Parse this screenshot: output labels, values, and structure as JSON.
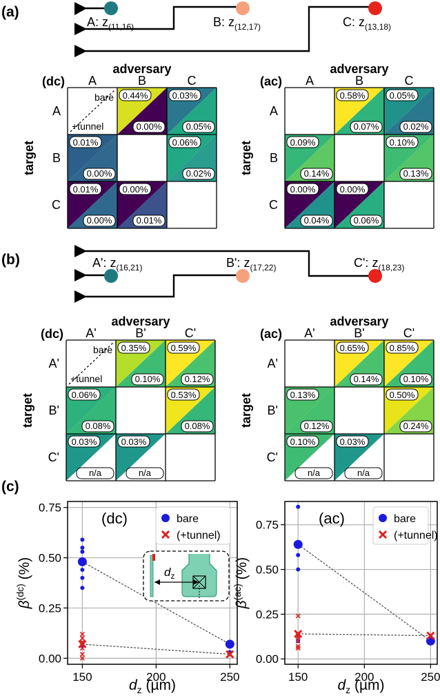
{
  "panel_labels": {
    "a": "(a)",
    "b": "(b)",
    "c": "(c)"
  },
  "colors": {
    "node_A": "#1f7a80",
    "node_B": "#f5a27c",
    "node_C": "#e8231c",
    "bare_series": "#1a1adf",
    "tunnel_series": "#e02020",
    "trendline": "#555555",
    "inset_fill": "#7fd1b3"
  },
  "circuits": [
    {
      "id": "a",
      "nodes": [
        {
          "label_main": "A: z",
          "label_sub": "(11,16)"
        },
        {
          "label_main": "B: z",
          "label_sub": "(12,17)"
        },
        {
          "label_main": "C: z",
          "label_sub": "(13,18)"
        }
      ]
    },
    {
      "id": "b",
      "nodes": [
        {
          "label_main": "A': z",
          "label_sub": "(16,21)"
        },
        {
          "label_main": "B': z",
          "label_sub": "(17,22)"
        },
        {
          "label_main": "C': z",
          "label_sub": "(18,23)"
        }
      ]
    }
  ],
  "matrices": [
    {
      "tag": "(dc)",
      "adversary_title": "adversary",
      "target_title": "target",
      "cols": [
        "A",
        "B",
        "C"
      ],
      "rows": [
        "A",
        "B",
        "C"
      ],
      "legend_bare": "bare",
      "legend_tunnel": "+tunnel",
      "cells": [
        [
          null,
          {
            "bare": "0.44%",
            "tunnel": "0.00%",
            "c1": "#d9e021",
            "c2": "#440154"
          },
          {
            "bare": "0.03%",
            "tunnel": "0.05%",
            "c1": "#2a788e",
            "c2": "#22a884"
          }
        ],
        [
          {
            "bare": "0.01%",
            "tunnel": "0.00%",
            "c1": "#2c5f8a",
            "c2": "#31688e"
          },
          null,
          {
            "bare": "0.06%",
            "tunnel": "0.02%",
            "c1": "#22a884",
            "c2": "#2a9d8f"
          }
        ],
        [
          {
            "bare": "0.01%",
            "tunnel": "0.00%",
            "c1": "#440154",
            "c2": "#31688e"
          },
          {
            "bare": "0.00%",
            "tunnel": "0.01%",
            "c1": "#440154",
            "c2": "#3b528b"
          },
          null
        ]
      ]
    },
    {
      "tag": "(ac)",
      "adversary_title": "adversary",
      "target_title": "target",
      "cols": [
        "A",
        "B",
        "C"
      ],
      "rows": [
        "A",
        "B",
        "C"
      ],
      "legend_bare": "",
      "legend_tunnel": "",
      "cells": [
        [
          null,
          {
            "bare": "0.58%",
            "tunnel": "0.07%",
            "c1": "#fde725",
            "c2": "#2fb47c"
          },
          {
            "bare": "0.05%",
            "tunnel": "0.02%",
            "c1": "#21918c",
            "c2": "#2a788e"
          }
        ],
        [
          {
            "bare": "0.09%",
            "tunnel": "0.14%",
            "c1": "#35b779",
            "c2": "#5ec962"
          },
          null,
          {
            "bare": "0.10%",
            "tunnel": "0.13%",
            "c1": "#3fbc73",
            "c2": "#54c568"
          }
        ],
        [
          {
            "bare": "0.00%",
            "tunnel": "0.04%",
            "c1": "#440154",
            "c2": "#21918c"
          },
          {
            "bare": "0.00%",
            "tunnel": "0.06%",
            "c1": "#440154",
            "c2": "#28ae80"
          },
          null
        ]
      ]
    },
    {
      "tag": "(dc)",
      "adversary_title": "adversary",
      "target_title": "target",
      "cols": [
        "A'",
        "B'",
        "C'"
      ],
      "rows": [
        "A'",
        "B'",
        "C'"
      ],
      "legend_bare": "bare",
      "legend_tunnel": "+tunnel",
      "cells": [
        [
          null,
          {
            "bare": "0.35%",
            "tunnel": "0.10%",
            "c1": "#b5de2b",
            "c2": "#3fbc73"
          },
          {
            "bare": "0.59%",
            "tunnel": "0.12%",
            "c1": "#fde725",
            "c2": "#4ac16d"
          }
        ],
        [
          {
            "bare": "0.06%",
            "tunnel": "0.08%",
            "c1": "#2db27d",
            "c2": "#35b779"
          },
          null,
          {
            "bare": "0.53%",
            "tunnel": "0.08%",
            "c1": "#f1e51d",
            "c2": "#35b779"
          }
        ],
        [
          {
            "bare": "0.03%",
            "tunnel": "n/a",
            "c1": "#1f988b",
            "c2": "#ffffff"
          },
          {
            "bare": "0.03%",
            "tunnel": "n/a",
            "c1": "#1f988b",
            "c2": "#ffffff"
          },
          null
        ]
      ]
    },
    {
      "tag": "(ac)",
      "adversary_title": "adversary",
      "target_title": "target",
      "cols": [
        "A'",
        "B'",
        "C'"
      ],
      "rows": [
        "A'",
        "B'",
        "C'"
      ],
      "legend_bare": "",
      "legend_tunnel": "",
      "cells": [
        [
          null,
          {
            "bare": "0.65%",
            "tunnel": "0.14%",
            "c1": "#fde725",
            "c2": "#4ac16d"
          },
          {
            "bare": "0.85%",
            "tunnel": "0.10%",
            "c1": "#fde725",
            "c2": "#3fbc73"
          }
        ],
        [
          {
            "bare": "0.13%",
            "tunnel": "0.12%",
            "c1": "#4ac16d",
            "c2": "#46c06f"
          },
          null,
          {
            "bare": "0.50%",
            "tunnel": "0.24%",
            "c1": "#e8e419",
            "c2": "#86d549"
          }
        ],
        [
          {
            "bare": "0.10%",
            "tunnel": "n/a",
            "c1": "#3fbc73",
            "c2": "#ffffff"
          },
          {
            "bare": "0.03%",
            "tunnel": "n/a",
            "c1": "#1f988b",
            "c2": "#ffffff"
          },
          null
        ]
      ]
    }
  ],
  "chart_data": [
    {
      "type": "scatter",
      "title": "(dc)",
      "xlabel_main": "d",
      "xlabel_sub": "z",
      "xlabel_unit": " (µm)",
      "ylabel_main": "β",
      "ylabel_sup": "(dc)",
      "ylabel_unit": " (%)",
      "xlim": [
        140,
        255
      ],
      "ylim": [
        -0.03,
        0.78
      ],
      "xticks": [
        "150",
        "200",
        "250"
      ],
      "xtick_values": [
        150,
        200,
        250
      ],
      "yticks": [
        "0.00",
        "0.25",
        "0.50",
        "0.75"
      ],
      "ytick_values": [
        0,
        0.25,
        0.5,
        0.75
      ],
      "legend": [
        "bare",
        "(+tunnel)"
      ],
      "series": [
        {
          "name": "bare",
          "marker": "circle",
          "x": [
            150,
            150,
            150,
            150,
            150,
            150,
            150,
            250,
            250
          ],
          "y": [
            0.59,
            0.55,
            0.53,
            0.44,
            0.4,
            0.35,
            0.06,
            0.06,
            0.03
          ],
          "mean": [
            [
              150,
              0.48
            ],
            [
              250,
              0.07
            ]
          ]
        },
        {
          "name": "(+tunnel)",
          "marker": "x",
          "x": [
            150,
            150,
            150,
            150,
            150,
            150,
            250
          ],
          "y": [
            0.12,
            0.1,
            0.08,
            0.05,
            0.02,
            0.0,
            0.02
          ],
          "mean": [
            [
              150,
              0.07
            ],
            [
              250,
              0.02
            ]
          ]
        }
      ],
      "inset_label_main": "d",
      "inset_label_sub": "z"
    },
    {
      "type": "scatter",
      "title": "(ac)",
      "xlabel_main": "d",
      "xlabel_sub": "z",
      "xlabel_unit": " (µm)",
      "ylabel_main": "β",
      "ylabel_sup": "(ac)",
      "ylabel_unit": " (%)",
      "xlim": [
        140,
        255
      ],
      "ylim": [
        -0.03,
        0.88
      ],
      "xticks": [
        "150",
        "200",
        "250"
      ],
      "xtick_values": [
        150,
        200,
        250
      ],
      "yticks": [
        "0.00",
        "0.25",
        "0.50",
        "0.75"
      ],
      "ytick_values": [
        0,
        0.25,
        0.5,
        0.75
      ],
      "legend": [
        "bare",
        "(+tunnel)"
      ],
      "series": [
        {
          "name": "bare",
          "marker": "circle",
          "x": [
            150,
            150,
            150,
            150,
            150,
            250
          ],
          "y": [
            0.85,
            0.65,
            0.58,
            0.5,
            0.1,
            0.1
          ],
          "mean": [
            [
              150,
              0.64
            ],
            [
              250,
              0.1
            ]
          ]
        },
        {
          "name": "(+tunnel)",
          "marker": "x",
          "x": [
            150,
            150,
            150,
            150,
            150,
            150,
            150,
            250
          ],
          "y": [
            0.24,
            0.14,
            0.13,
            0.12,
            0.1,
            0.07,
            0.06,
            0.13
          ],
          "mean": [
            [
              150,
              0.14
            ],
            [
              250,
              0.13
            ]
          ]
        }
      ]
    }
  ]
}
